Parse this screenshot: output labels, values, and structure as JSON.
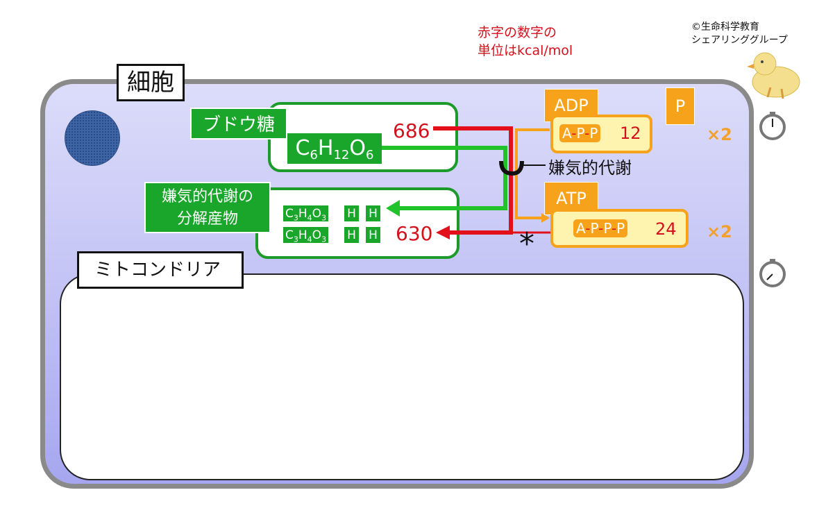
{
  "note": {
    "line1": "赤字の数字の",
    "line2": "単位はkcal/mol"
  },
  "copyright": {
    "line1": "©生命科学教育",
    "line2": "シェアリンググループ"
  },
  "cell": {
    "label": "細胞"
  },
  "mitochondria": {
    "label": "ミトコンドリア"
  },
  "glucose": {
    "name": "ブドウ糖",
    "formula_parts": [
      "C",
      "6",
      "H",
      "12",
      "O",
      "6"
    ],
    "energy": "686"
  },
  "products": {
    "name_line1": "嫌気的代謝の",
    "name_line2": "分解産物",
    "row": {
      "formula_parts": [
        "C",
        "3",
        "H",
        "4",
        "O",
        "3"
      ],
      "h": "H"
    },
    "energy": "630"
  },
  "process": {
    "label": "嫌気的代謝",
    "asterisk": "*"
  },
  "adp": {
    "tag": "ADP",
    "structure": [
      "A",
      "P",
      "P"
    ],
    "energy": "12",
    "multiplier": "×2"
  },
  "phosphate": {
    "tag": "P"
  },
  "atp": {
    "tag": "ATP",
    "structure": [
      "A",
      "P",
      "P",
      "P"
    ],
    "energy": "24",
    "multiplier": "×2"
  },
  "colors": {
    "green": "#1aa62a",
    "red": "#d4101c",
    "orange": "#f7a21b",
    "cell_border": "#8a8a8a"
  }
}
